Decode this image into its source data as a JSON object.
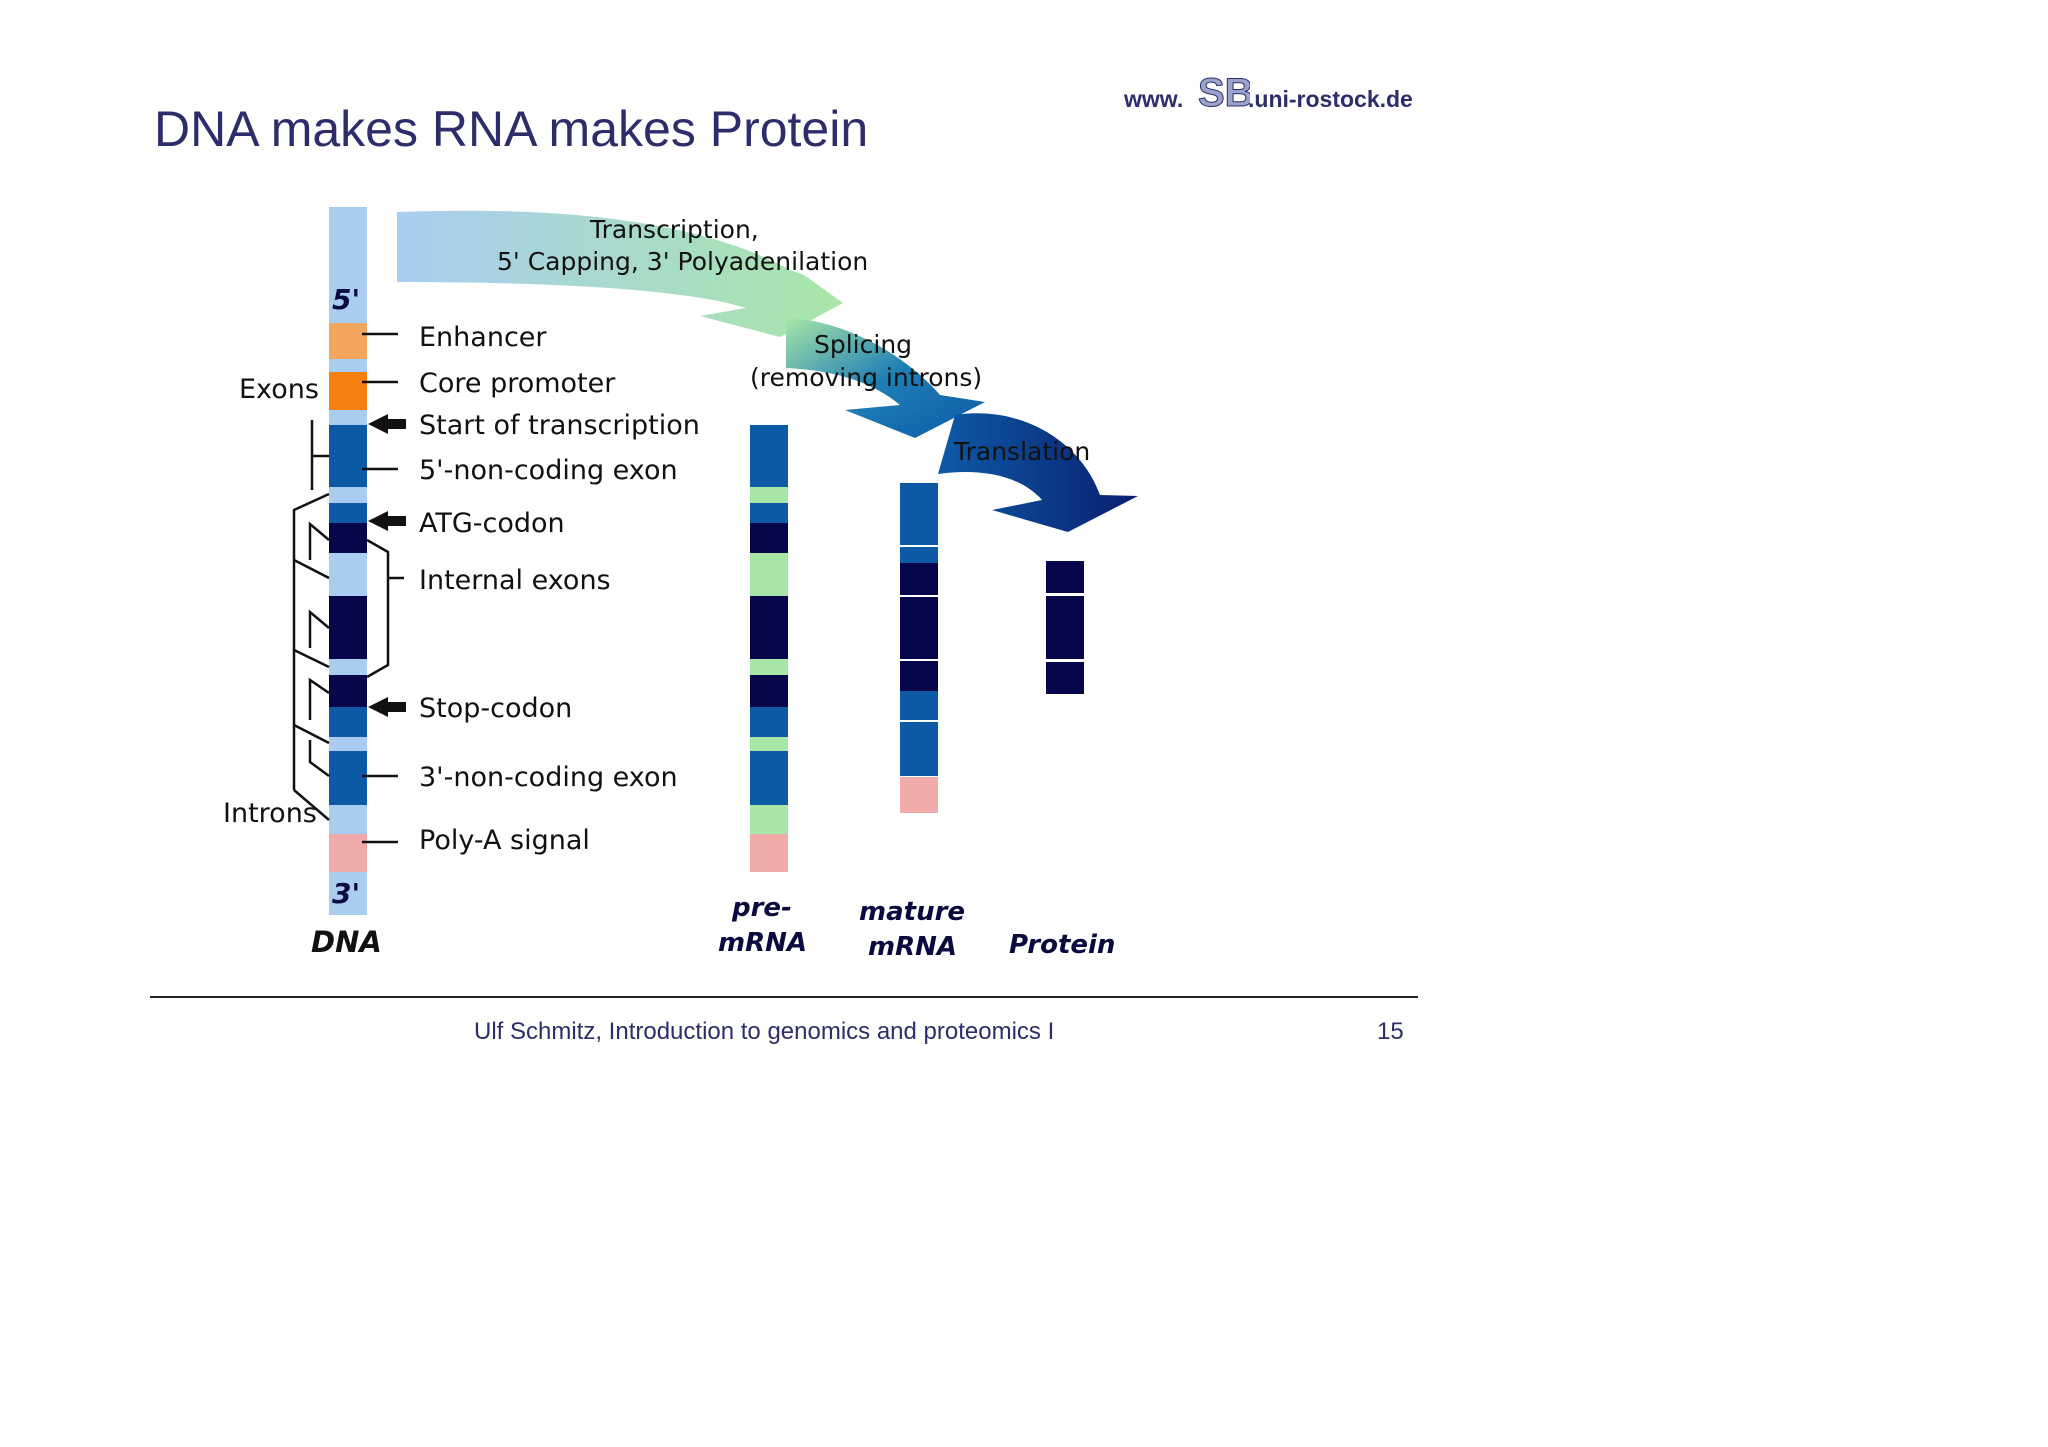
{
  "header": {
    "title": "DNA makes RNA makes Protein",
    "site_prefix": "www.",
    "site_logo": "SBI",
    "site_suffix": ".uni-rostock.de"
  },
  "diagram": {
    "dna_labels": {
      "five_prime": "5'",
      "three_prime": "3'",
      "exons": "Exons",
      "introns": "Introns"
    },
    "features": {
      "enhancer": "Enhancer",
      "core_promoter": "Core promoter",
      "start_transcription": "Start of transcription",
      "five_noncoding_exon": "5'-non-coding exon",
      "atg_codon": "ATG-codon",
      "internal_exons": "Internal exons",
      "stop_codon": "Stop-codon",
      "three_noncoding_exon": "3'-non-coding exon",
      "polya_signal": "Poly-A signal"
    },
    "processes": {
      "transcription_line1": "Transcription,",
      "transcription_line2": "5' Capping, 3' Polyadenilation",
      "splicing_line1": "Splicing",
      "splicing_line2": "(removing introns)",
      "translation": "Translation"
    },
    "stages": {
      "dna": "DNA",
      "premrna_line1": "pre-",
      "premrna_line2": "mRNA",
      "mature_line1": "mature",
      "mature_line2": "mRNA",
      "protein": "Protein"
    },
    "colors": {
      "light_blue": "#a9cdf0",
      "enhancer_orange": "#f2a55c",
      "promoter_orange": "#f77f0d",
      "exon_blue": "#0c5aa6",
      "coding_navy": "#06064a",
      "intron_green": "#a8e6a8",
      "polya_pink": "#f0aaaa"
    }
  },
  "footer": {
    "text": "Ulf Schmitz, Introduction to genomics and proteomics I",
    "page": "15"
  }
}
